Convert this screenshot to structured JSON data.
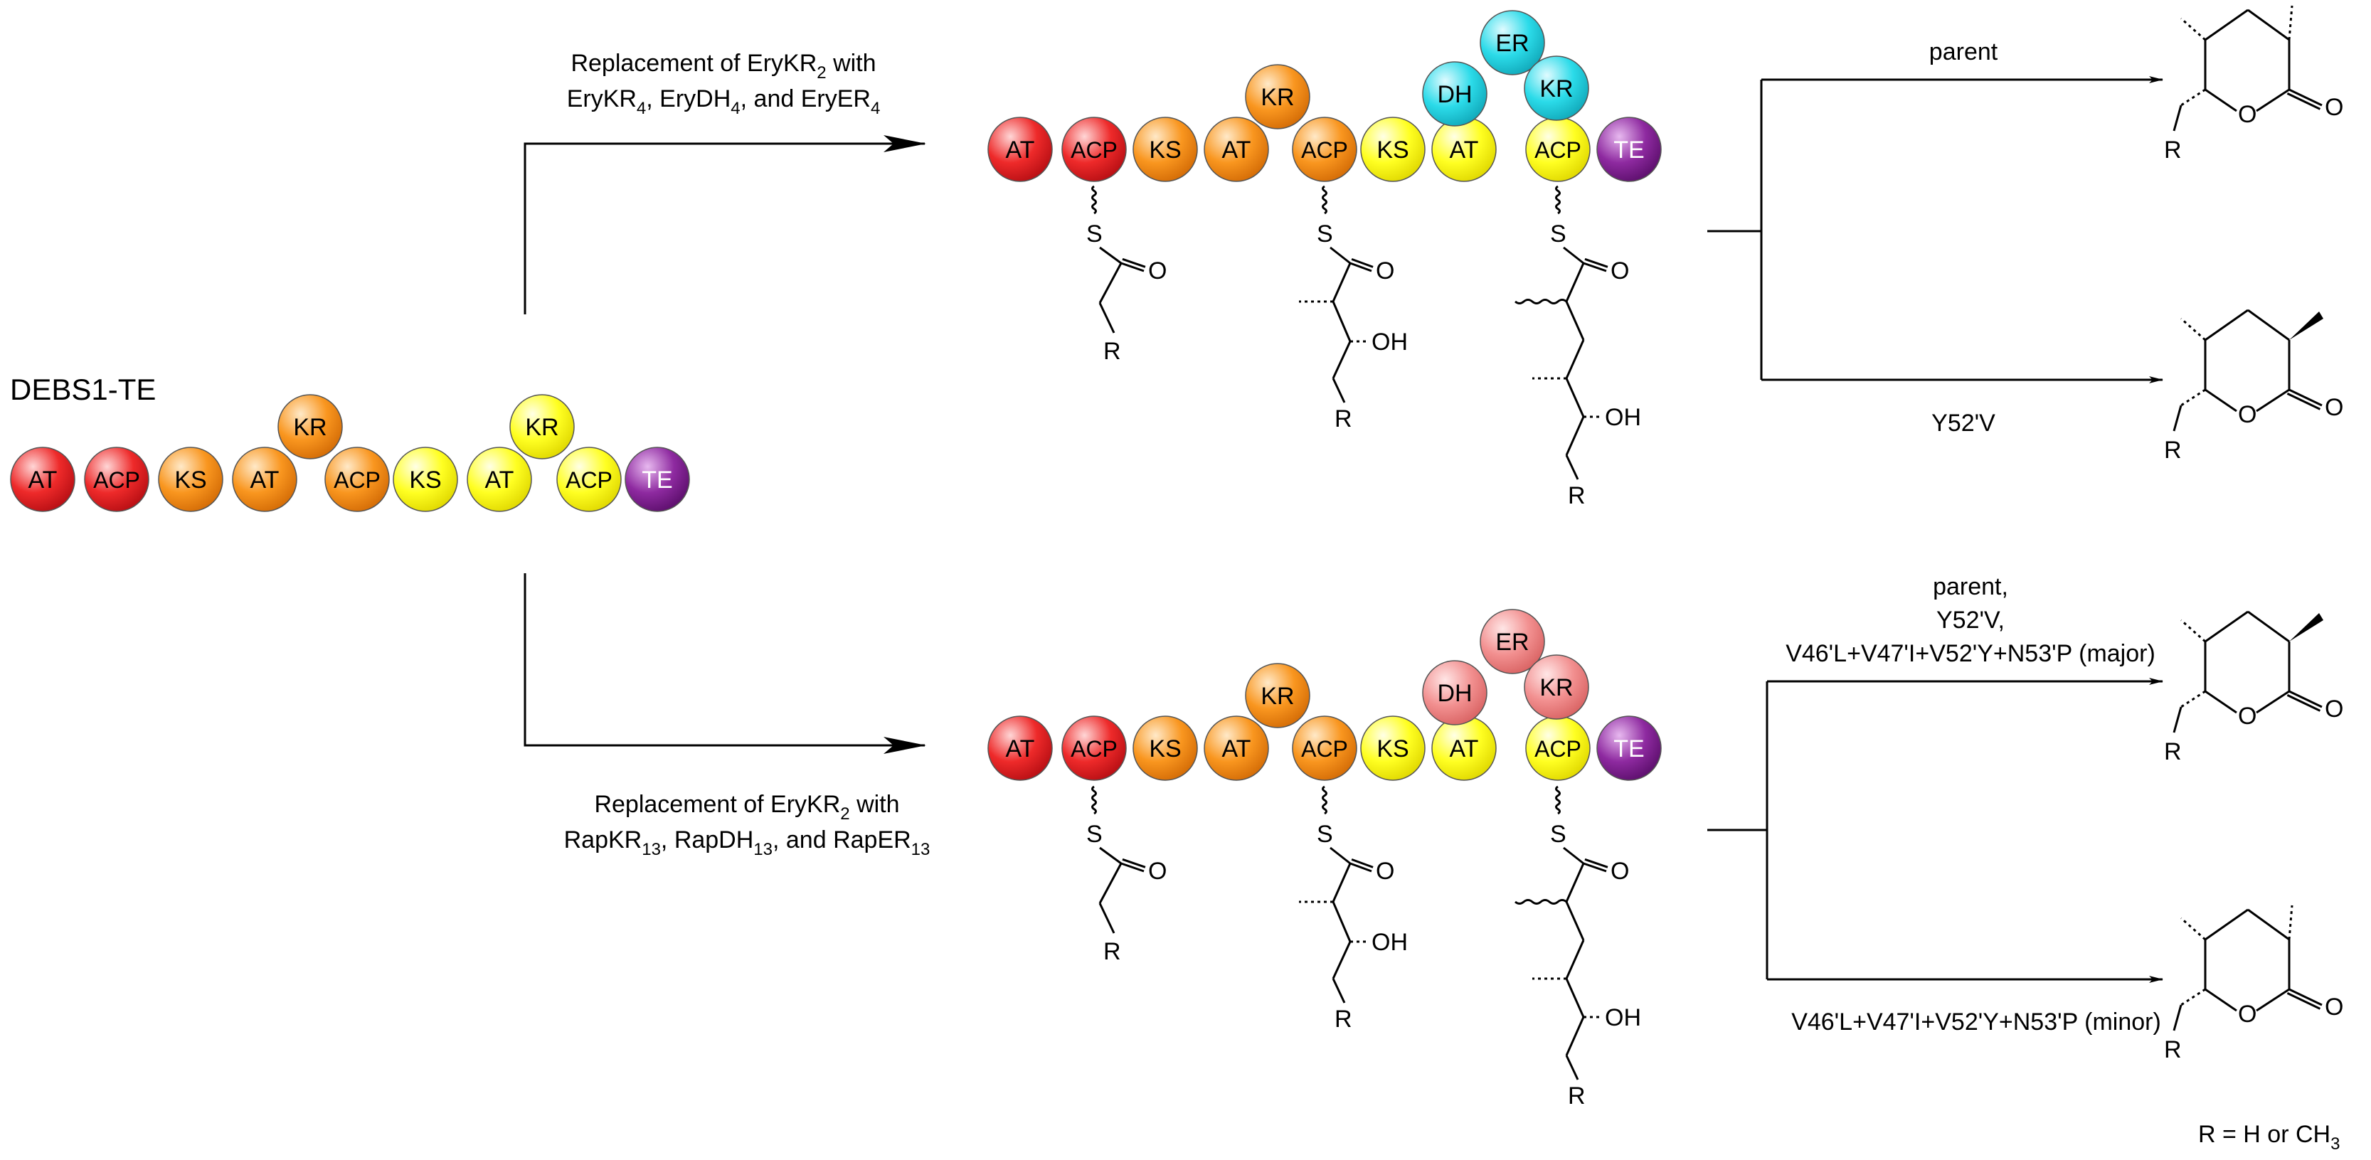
{
  "title": "DEBS1-TE",
  "top_route": {
    "label_line1": "Replacement of EryKR",
    "label_line1_sub": "2",
    "label_line1_tail": " with",
    "label_line2": [
      {
        "t": "EryKR"
      },
      {
        "t": "4",
        "sub": true
      },
      {
        "t": ", EryDH"
      },
      {
        "t": "4",
        "sub": true
      },
      {
        "t": ", and EryER"
      },
      {
        "t": "4",
        "sub": true
      }
    ]
  },
  "bottom_route": {
    "label_line1": "Replacement of EryKR",
    "label_line1_sub": "2",
    "label_line1_tail": " with",
    "label_line2": [
      {
        "t": "RapKR"
      },
      {
        "t": "13",
        "sub": true
      },
      {
        "t": ", RapDH"
      },
      {
        "t": "13",
        "sub": true
      },
      {
        "t": ", and RapER"
      },
      {
        "t": "13",
        "sub": true
      }
    ]
  },
  "domains": {
    "AT": "AT",
    "ACP": "ACP",
    "KS": "KS",
    "KR": "KR",
    "TE": "TE",
    "DH": "DH",
    "ER": "ER"
  },
  "colors": {
    "red": "#e8202a",
    "orange": "#f7931e",
    "yellow": "#ffff00",
    "purple": "#7f1f8f",
    "cyan": "#22d8e6",
    "pink": "#f08a8a"
  },
  "atoms": {
    "S": "S",
    "O": "O",
    "OH": "OH",
    "R": "R"
  },
  "top_branch": {
    "upper_label": "parent",
    "lower_label": "Y52'V"
  },
  "bottom_branch": {
    "upper_label_lines": [
      "parent,",
      "Y52'V,",
      "V46'L+V47'I+V52'Y+N53'P (major)"
    ],
    "lower_label": "V46'L+V47'I+V52'Y+N53'P (minor)"
  },
  "footnote": {
    "text": "R = H or CH",
    "sub": "3"
  }
}
